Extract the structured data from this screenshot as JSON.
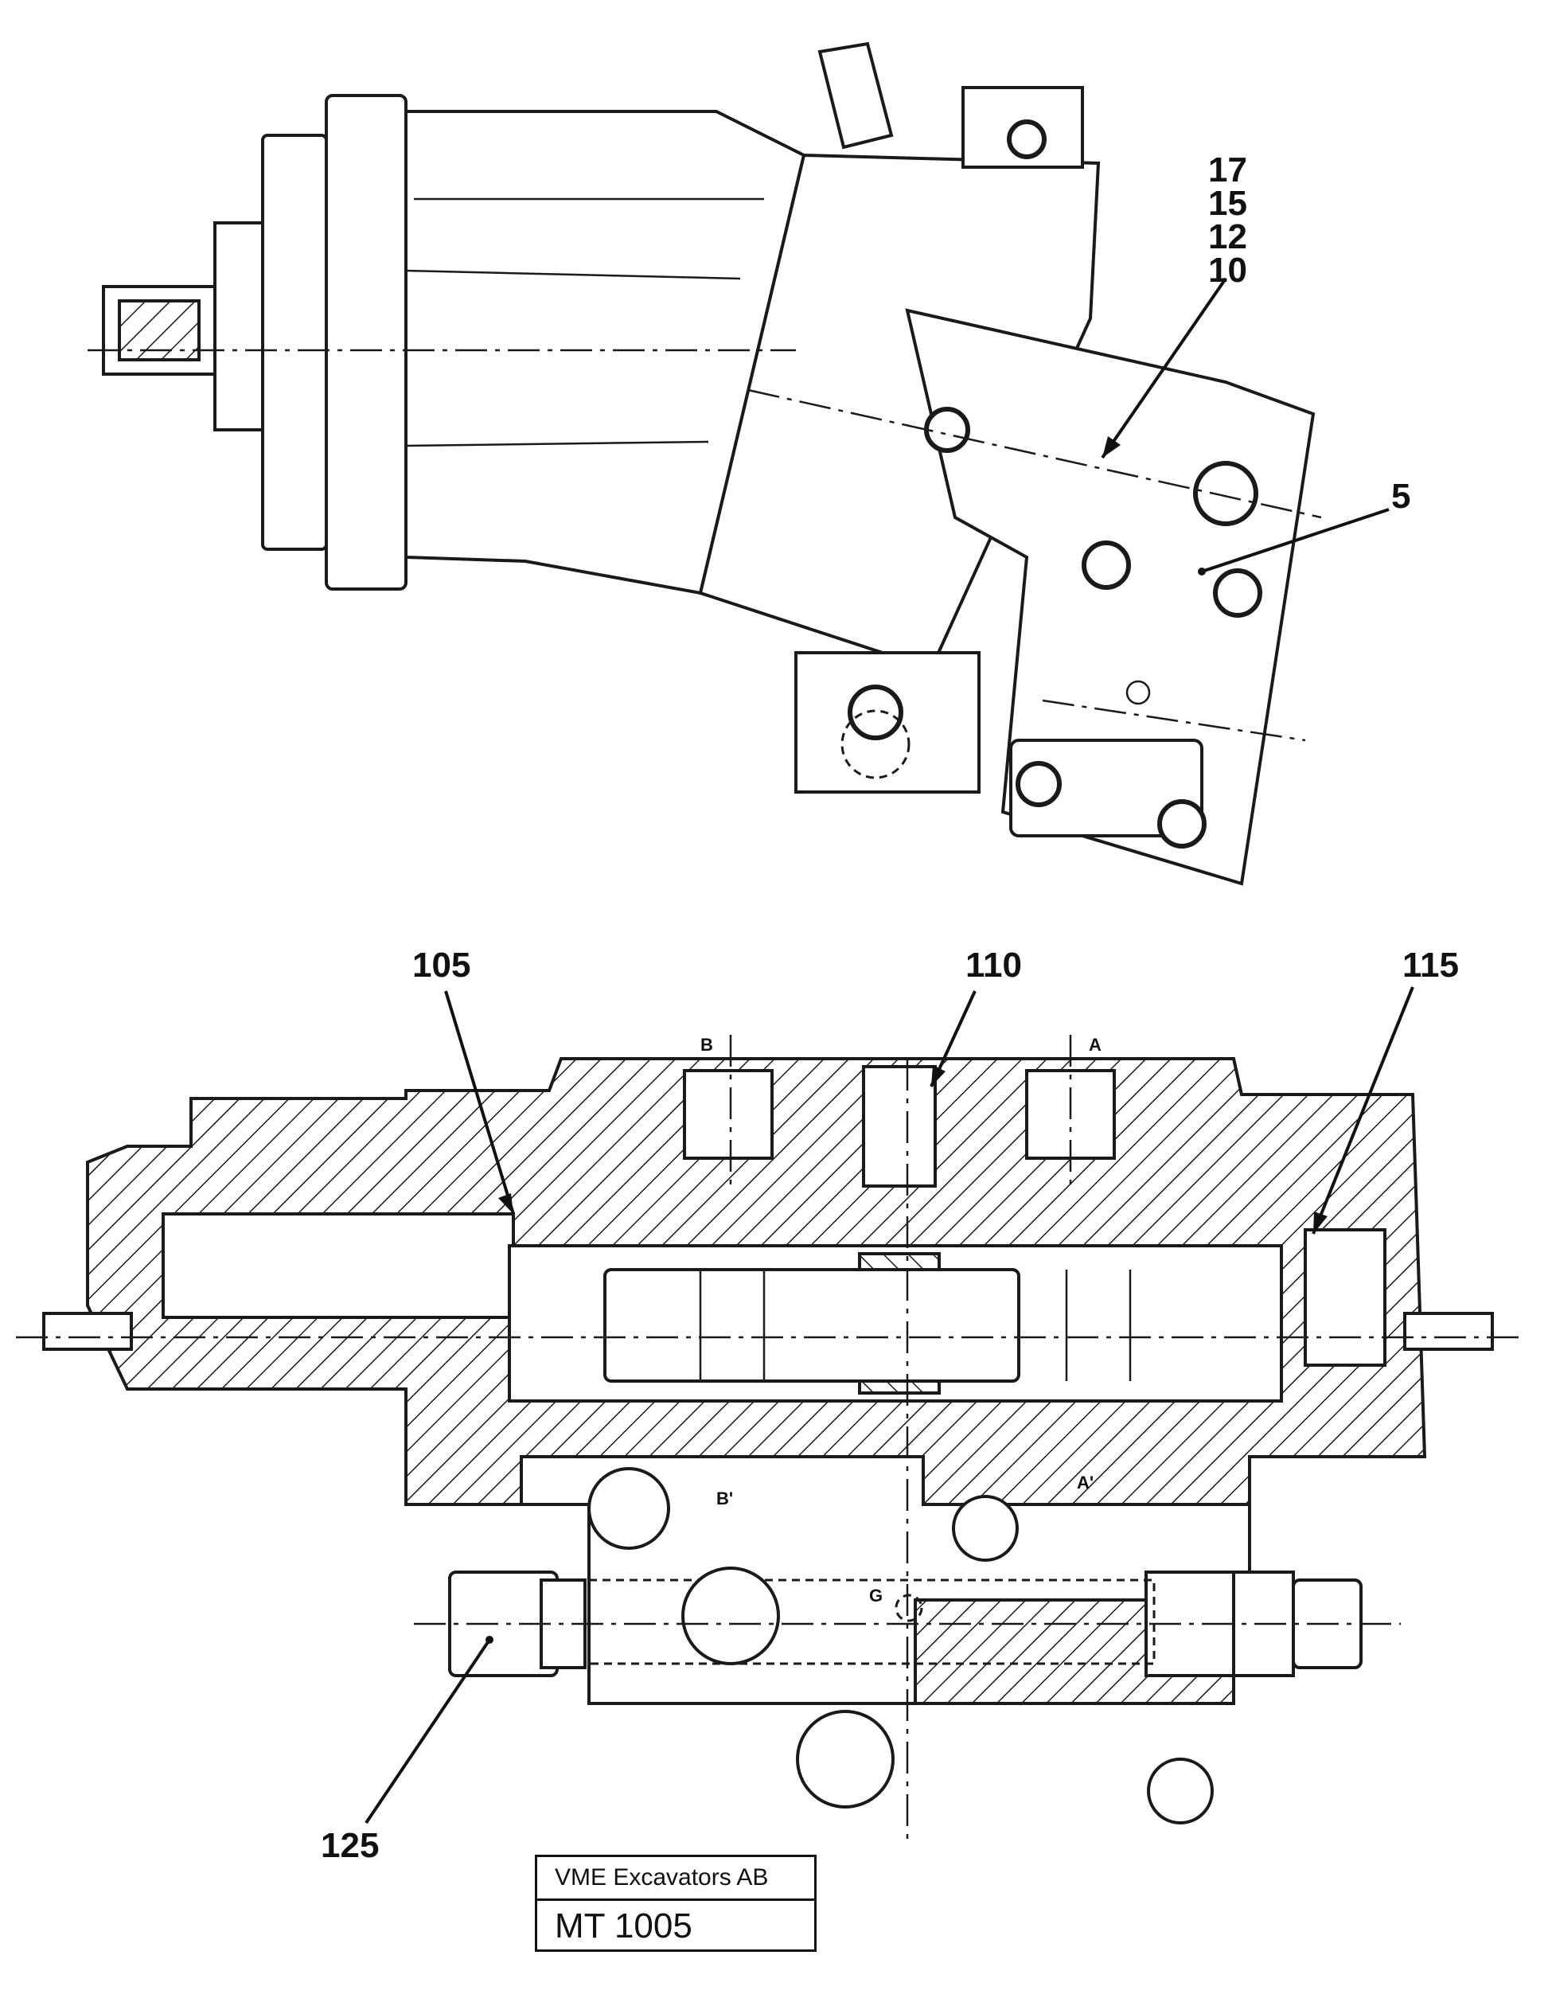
{
  "callouts_top": {
    "c17": "17",
    "c15": "15",
    "c12": "12",
    "c10": "10",
    "c5": "5"
  },
  "callouts_bottom": {
    "c105": "105",
    "c110": "110",
    "c115": "115",
    "c125": "125"
  },
  "port_labels": {
    "b": "B",
    "a": "A",
    "b_prime": "B'",
    "a_prime": "A'",
    "g": "G"
  },
  "title_block": {
    "company": "VME Excavators AB",
    "code": "MT 1005"
  },
  "colors": {
    "line": "#1a1a1a",
    "paper": "#ffffff"
  }
}
